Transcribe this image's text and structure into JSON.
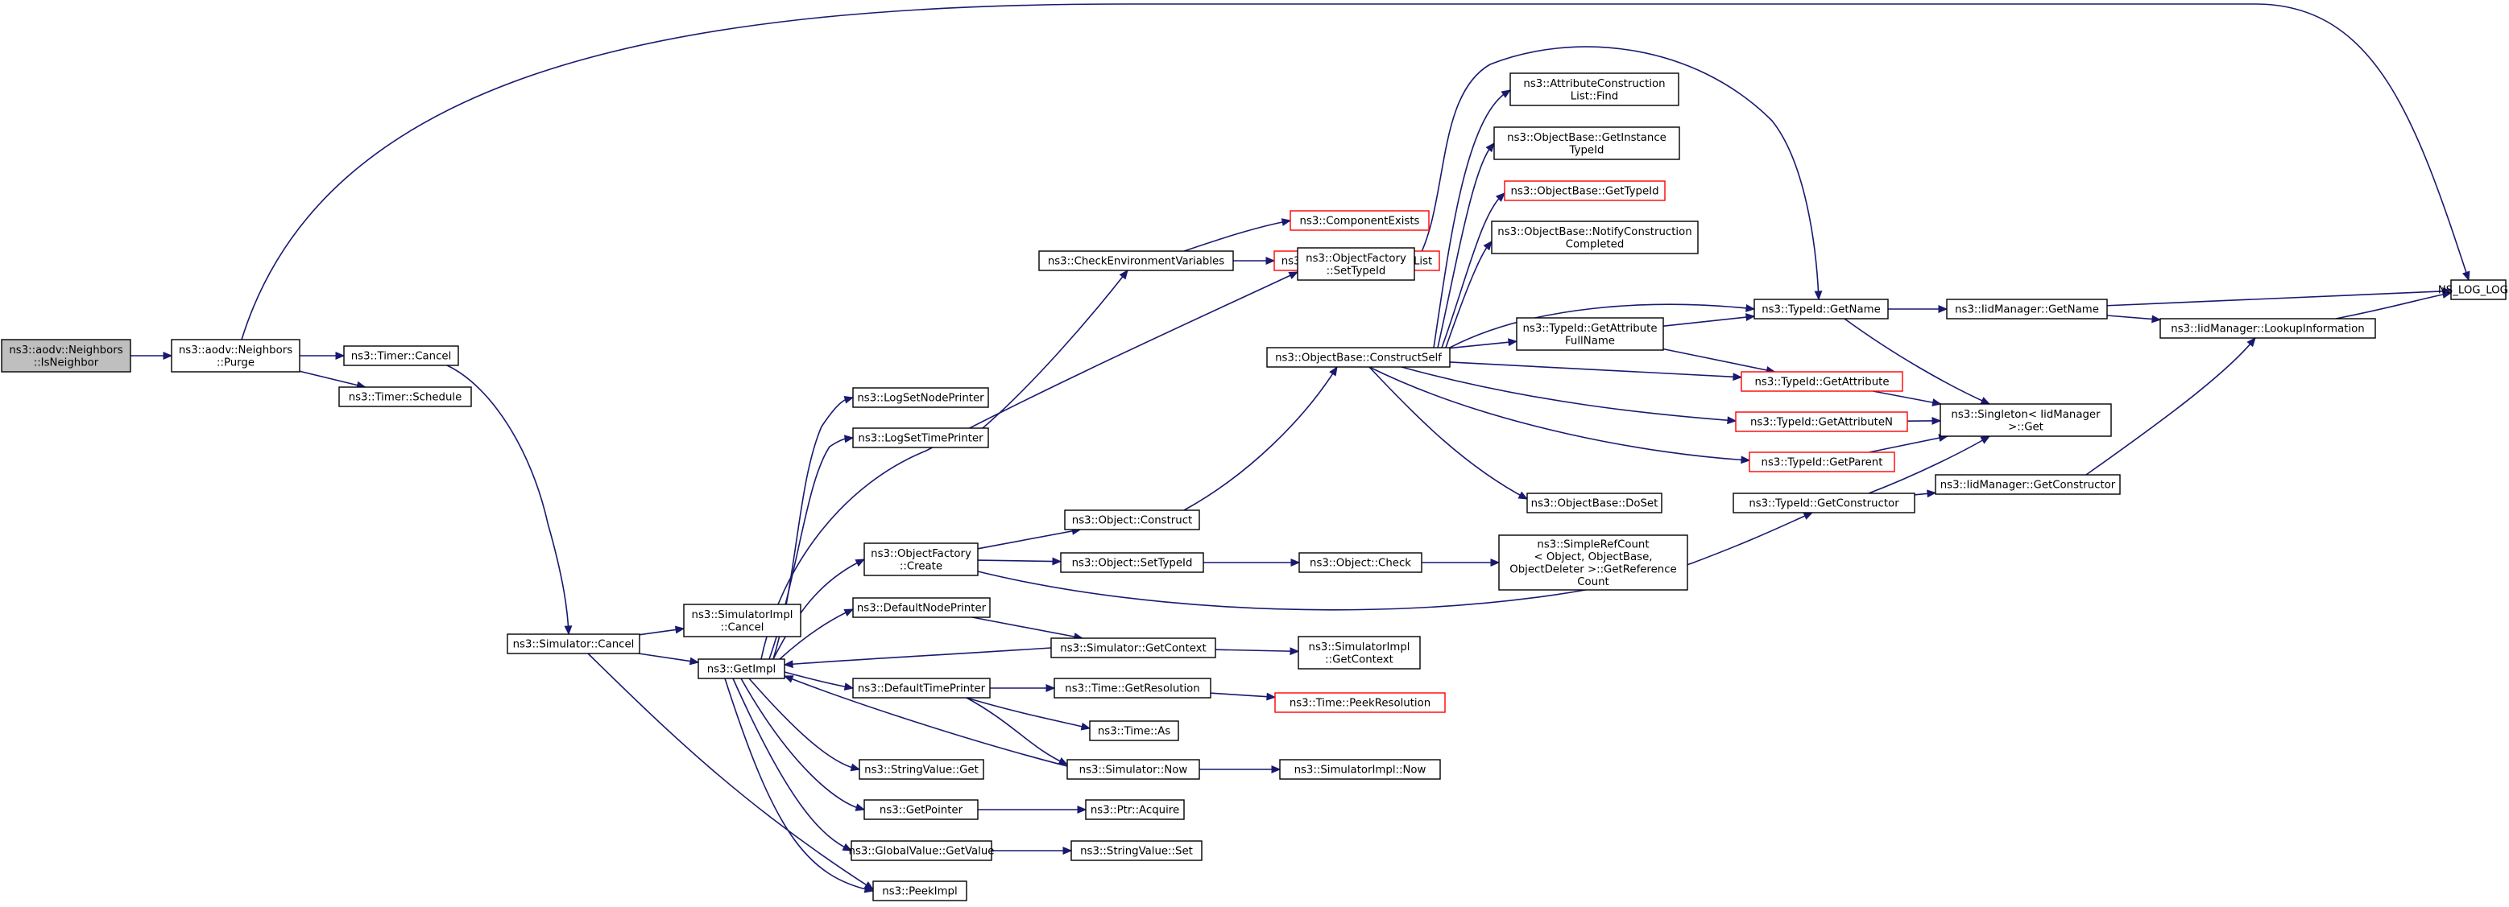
{
  "graph": {
    "colors": {
      "edge": "#191970",
      "node_border": "#000000",
      "highlight_border": "#ff0000",
      "root_fill": "#bfbfbf"
    },
    "nodes": [
      {
        "id": "isneighbor",
        "lines": [
          "ns3::aodv::Neighbors",
          "::IsNeighbor"
        ],
        "style": "root"
      },
      {
        "id": "purge",
        "lines": [
          "ns3::aodv::Neighbors",
          "::Purge"
        ]
      },
      {
        "id": "timer_cancel",
        "lines": [
          "ns3::Timer::Cancel"
        ]
      },
      {
        "id": "timer_schedule",
        "lines": [
          "ns3::Timer::Schedule"
        ]
      },
      {
        "id": "sim_cancel",
        "lines": [
          "ns3::Simulator::Cancel"
        ]
      },
      {
        "id": "simimpl_cancel",
        "lines": [
          "ns3::SimulatorImpl",
          "::Cancel"
        ]
      },
      {
        "id": "getimpl",
        "lines": [
          "ns3::GetImpl"
        ]
      },
      {
        "id": "lognode",
        "lines": [
          "ns3::LogSetNodePrinter"
        ]
      },
      {
        "id": "logtime",
        "lines": [
          "ns3::LogSetTimePrinter"
        ]
      },
      {
        "id": "of_create",
        "lines": [
          "ns3::ObjectFactory",
          "::Create"
        ]
      },
      {
        "id": "defnode",
        "lines": [
          "ns3::DefaultNodePrinter"
        ]
      },
      {
        "id": "deftime",
        "lines": [
          "ns3::DefaultTimePrinter"
        ]
      },
      {
        "id": "strget",
        "lines": [
          "ns3::StringValue::Get"
        ]
      },
      {
        "id": "getptr",
        "lines": [
          "ns3::GetPointer"
        ]
      },
      {
        "id": "gvget",
        "lines": [
          "ns3::GlobalValue::GetValue"
        ]
      },
      {
        "id": "peekimpl",
        "lines": [
          "ns3::PeekImpl"
        ]
      },
      {
        "id": "checkenv",
        "lines": [
          "ns3::CheckEnvironmentVariables"
        ]
      },
      {
        "id": "compexists",
        "lines": [
          "ns3::ComponentExists"
        ],
        "style": "red"
      },
      {
        "id": "logcompprint",
        "lines": [
          "ns3::LogComponentPrintList"
        ],
        "style": "red"
      },
      {
        "id": "of_settypeid",
        "lines": [
          "ns3::ObjectFactory",
          "::SetTypeId"
        ]
      },
      {
        "id": "construct_self",
        "lines": [
          "ns3::ObjectBase::ConstructSelf"
        ]
      },
      {
        "id": "obj_construct",
        "lines": [
          "ns3::Object::Construct"
        ]
      },
      {
        "id": "obj_settypeid",
        "lines": [
          "ns3::Object::SetTypeId"
        ]
      },
      {
        "id": "obj_check",
        "lines": [
          "ns3::Object::Check"
        ]
      },
      {
        "id": "sim_getcontext",
        "lines": [
          "ns3::Simulator::GetContext"
        ]
      },
      {
        "id": "simimpl_getcontext",
        "lines": [
          "ns3::SimulatorImpl",
          "::GetContext"
        ]
      },
      {
        "id": "time_getres",
        "lines": [
          "ns3::Time::GetResolution"
        ]
      },
      {
        "id": "time_peekres",
        "lines": [
          "ns3::Time::PeekResolution"
        ],
        "style": "red"
      },
      {
        "id": "time_as",
        "lines": [
          "ns3::Time::As"
        ]
      },
      {
        "id": "sim_now",
        "lines": [
          "ns3::Simulator::Now"
        ]
      },
      {
        "id": "simimpl_now",
        "lines": [
          "ns3::SimulatorImpl::Now"
        ]
      },
      {
        "id": "ptr_acquire",
        "lines": [
          "ns3::Ptr::Acquire"
        ]
      },
      {
        "id": "strset",
        "lines": [
          "ns3::StringValue::Set"
        ]
      },
      {
        "id": "acl_find",
        "lines": [
          "ns3::AttributeConstruction",
          "List::Find"
        ]
      },
      {
        "id": "ob_getinst",
        "lines": [
          "ns3::ObjectBase::GetInstance",
          "TypeId"
        ]
      },
      {
        "id": "ob_gettypeid",
        "lines": [
          "ns3::ObjectBase::GetTypeId"
        ],
        "style": "red"
      },
      {
        "id": "ob_notify",
        "lines": [
          "ns3::ObjectBase::NotifyConstruction",
          "Completed"
        ]
      },
      {
        "id": "tid_getattrfull",
        "lines": [
          "ns3::TypeId::GetAttribute",
          "FullName"
        ]
      },
      {
        "id": "ob_doset",
        "lines": [
          "ns3::ObjectBase::DoSet"
        ]
      },
      {
        "id": "srcount",
        "lines": [
          "ns3::SimpleRefCount",
          "< Object, ObjectBase,",
          " ObjectDeleter >::GetReference",
          "Count"
        ]
      },
      {
        "id": "tid_getname",
        "lines": [
          "ns3::TypeId::GetName"
        ]
      },
      {
        "id": "tid_getattr",
        "lines": [
          "ns3::TypeId::GetAttribute"
        ],
        "style": "red"
      },
      {
        "id": "tid_getattrn",
        "lines": [
          "ns3::TypeId::GetAttributeN"
        ],
        "style": "red"
      },
      {
        "id": "tid_getparent",
        "lines": [
          "ns3::TypeId::GetParent"
        ],
        "style": "red"
      },
      {
        "id": "tid_getctor",
        "lines": [
          "ns3::TypeId::GetConstructor"
        ]
      },
      {
        "id": "iid_getname",
        "lines": [
          "ns3::IidManager::GetName"
        ]
      },
      {
        "id": "singleton_get",
        "lines": [
          "ns3::Singleton< IidManager",
          " >::Get"
        ]
      },
      {
        "id": "iid_getctor",
        "lines": [
          "ns3::IidManager::GetConstructor"
        ]
      },
      {
        "id": "iid_lookup",
        "lines": [
          "ns3::IidManager::LookupInformation"
        ]
      },
      {
        "id": "nslog",
        "lines": [
          "NS_LOG_LOGIC"
        ]
      }
    ],
    "edges": [
      [
        "isneighbor",
        "purge"
      ],
      [
        "purge",
        "timer_cancel"
      ],
      [
        "purge",
        "timer_schedule"
      ],
      [
        "purge",
        "nslog"
      ],
      [
        "timer_cancel",
        "sim_cancel"
      ],
      [
        "sim_cancel",
        "simimpl_cancel"
      ],
      [
        "sim_cancel",
        "getimpl"
      ],
      [
        "sim_cancel",
        "peekimpl"
      ],
      [
        "getimpl",
        "lognode"
      ],
      [
        "getimpl",
        "logtime"
      ],
      [
        "getimpl",
        "of_settypeid"
      ],
      [
        "getimpl",
        "of_create"
      ],
      [
        "getimpl",
        "defnode"
      ],
      [
        "getimpl",
        "deftime"
      ],
      [
        "getimpl",
        "strget"
      ],
      [
        "getimpl",
        "getptr"
      ],
      [
        "getimpl",
        "gvget"
      ],
      [
        "getimpl",
        "peekimpl"
      ],
      [
        "logtime",
        "checkenv"
      ],
      [
        "checkenv",
        "compexists"
      ],
      [
        "checkenv",
        "logcompprint"
      ],
      [
        "of_create",
        "obj_construct"
      ],
      [
        "of_create",
        "obj_settypeid"
      ],
      [
        "of_create",
        "tid_getctor"
      ],
      [
        "obj_construct",
        "construct_self"
      ],
      [
        "obj_settypeid",
        "obj_check"
      ],
      [
        "obj_check",
        "srcount"
      ],
      [
        "defnode",
        "sim_getcontext"
      ],
      [
        "sim_getcontext",
        "getimpl"
      ],
      [
        "sim_getcontext",
        "simimpl_getcontext"
      ],
      [
        "deftime",
        "time_getres"
      ],
      [
        "deftime",
        "time_as"
      ],
      [
        "deftime",
        "sim_now"
      ],
      [
        "time_getres",
        "time_peekres"
      ],
      [
        "sim_now",
        "getimpl"
      ],
      [
        "sim_now",
        "simimpl_now"
      ],
      [
        "getptr",
        "ptr_acquire"
      ],
      [
        "gvget",
        "strset"
      ],
      [
        "of_settypeid",
        "tid_getname"
      ],
      [
        "construct_self",
        "acl_find"
      ],
      [
        "construct_self",
        "ob_getinst"
      ],
      [
        "construct_self",
        "ob_gettypeid"
      ],
      [
        "construct_self",
        "ob_notify"
      ],
      [
        "construct_self",
        "tid_getname"
      ],
      [
        "construct_self",
        "tid_getattrfull"
      ],
      [
        "construct_self",
        "tid_getattr"
      ],
      [
        "construct_self",
        "tid_getattrn"
      ],
      [
        "construct_self",
        "tid_getparent"
      ],
      [
        "construct_self",
        "ob_doset"
      ],
      [
        "tid_getattrfull",
        "tid_getname"
      ],
      [
        "tid_getattrfull",
        "tid_getattr"
      ],
      [
        "tid_getname",
        "iid_getname"
      ],
      [
        "tid_getname",
        "singleton_get"
      ],
      [
        "tid_getattr",
        "singleton_get"
      ],
      [
        "tid_getattrn",
        "singleton_get"
      ],
      [
        "tid_getparent",
        "singleton_get"
      ],
      [
        "tid_getctor",
        "singleton_get"
      ],
      [
        "tid_getctor",
        "iid_getctor"
      ],
      [
        "iid_getname",
        "nslog"
      ],
      [
        "iid_getname",
        "iid_lookup"
      ],
      [
        "iid_getctor",
        "iid_lookup"
      ],
      [
        "iid_lookup",
        "nslog"
      ]
    ]
  }
}
